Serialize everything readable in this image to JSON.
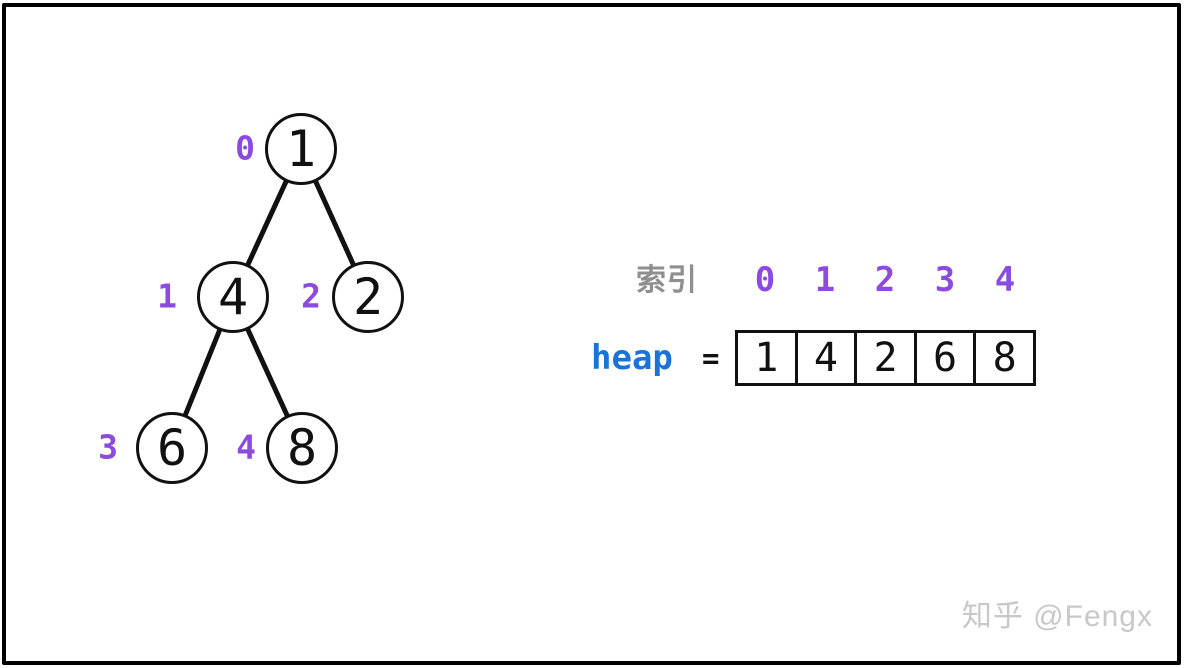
{
  "tree": {
    "nodes": [
      {
        "value": "1",
        "index": "0"
      },
      {
        "value": "4",
        "index": "1"
      },
      {
        "value": "2",
        "index": "2"
      },
      {
        "value": "6",
        "index": "3"
      },
      {
        "value": "8",
        "index": "4"
      }
    ],
    "edges": [
      [
        0,
        1
      ],
      [
        0,
        2
      ],
      [
        1,
        3
      ],
      [
        1,
        4
      ]
    ]
  },
  "array_panel": {
    "row_label": "索引",
    "indices": [
      "0",
      "1",
      "2",
      "3",
      "4"
    ],
    "name": "heap",
    "equals": "=",
    "values": [
      "1",
      "4",
      "2",
      "6",
      "8"
    ]
  },
  "watermark": "知乎 @Fengx",
  "colors": {
    "index_purple": "#8c4be0",
    "label_gray": "#8f8f8f",
    "heap_blue": "#1a73d8",
    "stroke_black": "#111111",
    "watermark_gray": "#c8c8c8",
    "background": "#ffffff",
    "frame_border": "#000000"
  }
}
